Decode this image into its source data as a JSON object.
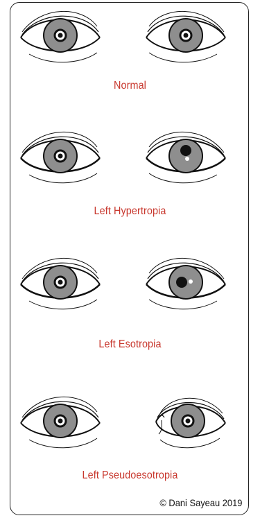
{
  "figure": {
    "rows": [
      {
        "id": "normal",
        "caption": "Normal",
        "left_pupil": "center",
        "right_pupil": "center",
        "style": "normal"
      },
      {
        "id": "hypertropia",
        "caption": "Left Hypertropia",
        "left_pupil": "center",
        "right_pupil": "up-reflex-low",
        "style": "normal"
      },
      {
        "id": "esotropia",
        "caption": "Left Esotropia",
        "left_pupil": "center",
        "right_pupil": "inward-reflex-outer",
        "style": "normal"
      },
      {
        "id": "pseudoesotropia",
        "caption": "Left Pseudoesotropia",
        "left_pupil": "center",
        "right_pupil": "center",
        "style": "wide-epicanthus"
      }
    ],
    "copyright": "© Dani Sayeau 2019"
  },
  "colors": {
    "caption": "#c8372d",
    "iris": "#8e8e8e",
    "outline": "#111111"
  }
}
